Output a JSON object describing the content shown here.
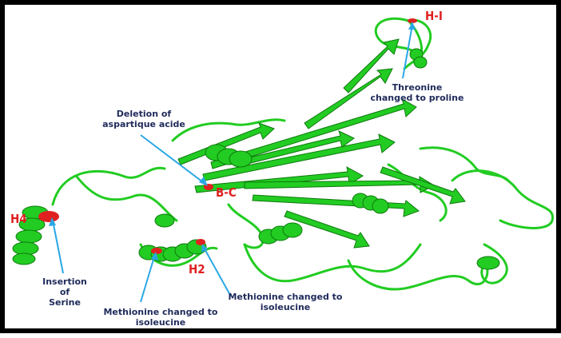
{
  "sites": {
    "h1": "H-I",
    "bc": "B-C",
    "h4": "H4",
    "h2": "H2"
  },
  "annotations": {
    "threonine": [
      "Threonine",
      "changed to proline"
    ],
    "deletion": [
      "Deletion of",
      "aspartique acide"
    ],
    "insertion": [
      "Insertion of",
      "Serine"
    ],
    "methionine_left": [
      "Methionine changed to",
      "isoleucine"
    ],
    "methionine_right": [
      "Methionine changed to",
      "isoleucine"
    ]
  },
  "colors": {
    "protein": "#22cc22",
    "protein_dark": "#0f7a0f",
    "mutation": "#e02020",
    "pointer": "#2aa7e6",
    "text": "#1f2a5a"
  }
}
